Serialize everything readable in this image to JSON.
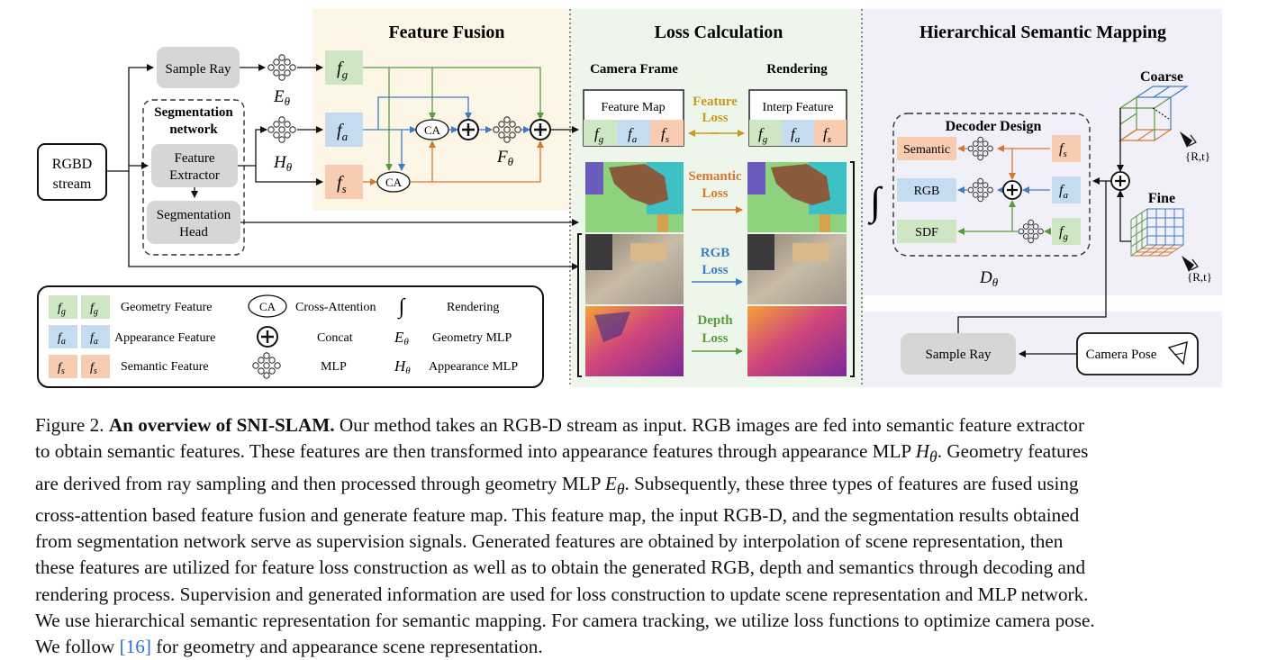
{
  "figure": {
    "sections": {
      "fusion_title": "Feature Fusion",
      "loss_title": "Loss Calculation",
      "mapping_title": "Hierarchical Semantic Mapping",
      "camera_frame": "Camera Frame",
      "rendering": "Rendering"
    },
    "left": {
      "rgbd_line1": "RGBD",
      "rgbd_line2": "stream",
      "sample_ray": "Sample Ray",
      "seg_network_line1": "Segmentation",
      "seg_network_line2": "network",
      "feature_extractor_line1": "Feature",
      "feature_extractor_line2": "Extractor",
      "seg_head_line1": "Segmentation",
      "seg_head_line2": "Head",
      "e_theta": "E",
      "h_theta": "H",
      "theta": "θ"
    },
    "fusion": {
      "fg": "f",
      "fg_sub": "g",
      "fa": "f",
      "fa_sub": "a",
      "fs": "f",
      "fs_sub": "s",
      "ca": "CA",
      "f_theta": "F"
    },
    "loss": {
      "feature_map": "Feature Map",
      "interp_feature": "Interp Feature",
      "feature_loss_1": "Feature",
      "feature_loss_2": "Loss",
      "semantic_loss_1": "Semantic",
      "semantic_loss_2": "Loss",
      "rgb_loss_1": "RGB",
      "rgb_loss_2": "Loss",
      "depth_loss_1": "Depth",
      "depth_loss_2": "Loss"
    },
    "mapping": {
      "decoder_design": "Decoder Design",
      "semantic": "Semantic",
      "rgb": "RGB",
      "sdf": "SDF",
      "d_theta": "D",
      "coarse": "Coarse",
      "fine": "Fine",
      "rt": "{R,t}",
      "sample_ray": "Sample Ray",
      "camera_pose": "Camera Pose"
    },
    "legend": {
      "geometry_feature": "Geometry Feature",
      "appearance_feature": "Appearance  Feature",
      "semantic_feature": "Semantic  Feature",
      "cross_attention": "Cross-Attention",
      "ca": "CA",
      "concat": "Concat",
      "mlp": "MLP",
      "rendering": "Rendering",
      "geometry_mlp": "Geometry MLP",
      "appearance_mlp": "Appearance MLP"
    },
    "colors": {
      "geometry": "#cfe6c4",
      "appearance": "#c5dcf0",
      "semantic": "#f8ccb0",
      "fusion_bg": "#fdf6e6",
      "loss_bg": "#eef6ec",
      "mapping_bg": "#f1f0f8",
      "arrow_green": "#5a9a3c",
      "arrow_orange": "#d4782e",
      "arrow_blue": "#3c7cc4",
      "arrow_gold": "#c99a1c"
    }
  },
  "caption": {
    "label": "Figure 2.",
    "title": "An overview of SNI-SLAM.",
    "l1": "Our method takes an RGB-D stream as input. RGB images are fed into semantic feature extractor",
    "l2a": "to obtain semantic features. These features are then transformed into appearance features through appearance MLP",
    "l2_sym": "H",
    "l2_sub": "θ",
    "l2b": ". Geometry features",
    "l3a": "are derived from ray sampling and then processed through geometry MLP",
    "l3_sym": "E",
    "l3_sub": "θ",
    "l3b": ". Subsequently, these three types of features are fused using",
    "l4": "cross-attention based feature fusion and generate feature map. This feature map, the input RGB-D, and the segmentation results obtained",
    "l5": "from segmentation network serve as supervision signals. Generated features are obtained by interpolation of scene representation, then",
    "l6": "these features are utilized for feature loss construction as well as to obtain the generated RGB, depth and semantics through decoding and",
    "l7": "rendering process. Supervision and generated information are used for loss construction to update scene representation and MLP network.",
    "l8": "We use hierarchical semantic representation for semantic mapping. For camera tracking, we utilize loss functions to optimize camera pose.",
    "l9a": "We follow",
    "l9_ref": "[16]",
    "l9b": "for geometry and appearance scene representation."
  }
}
